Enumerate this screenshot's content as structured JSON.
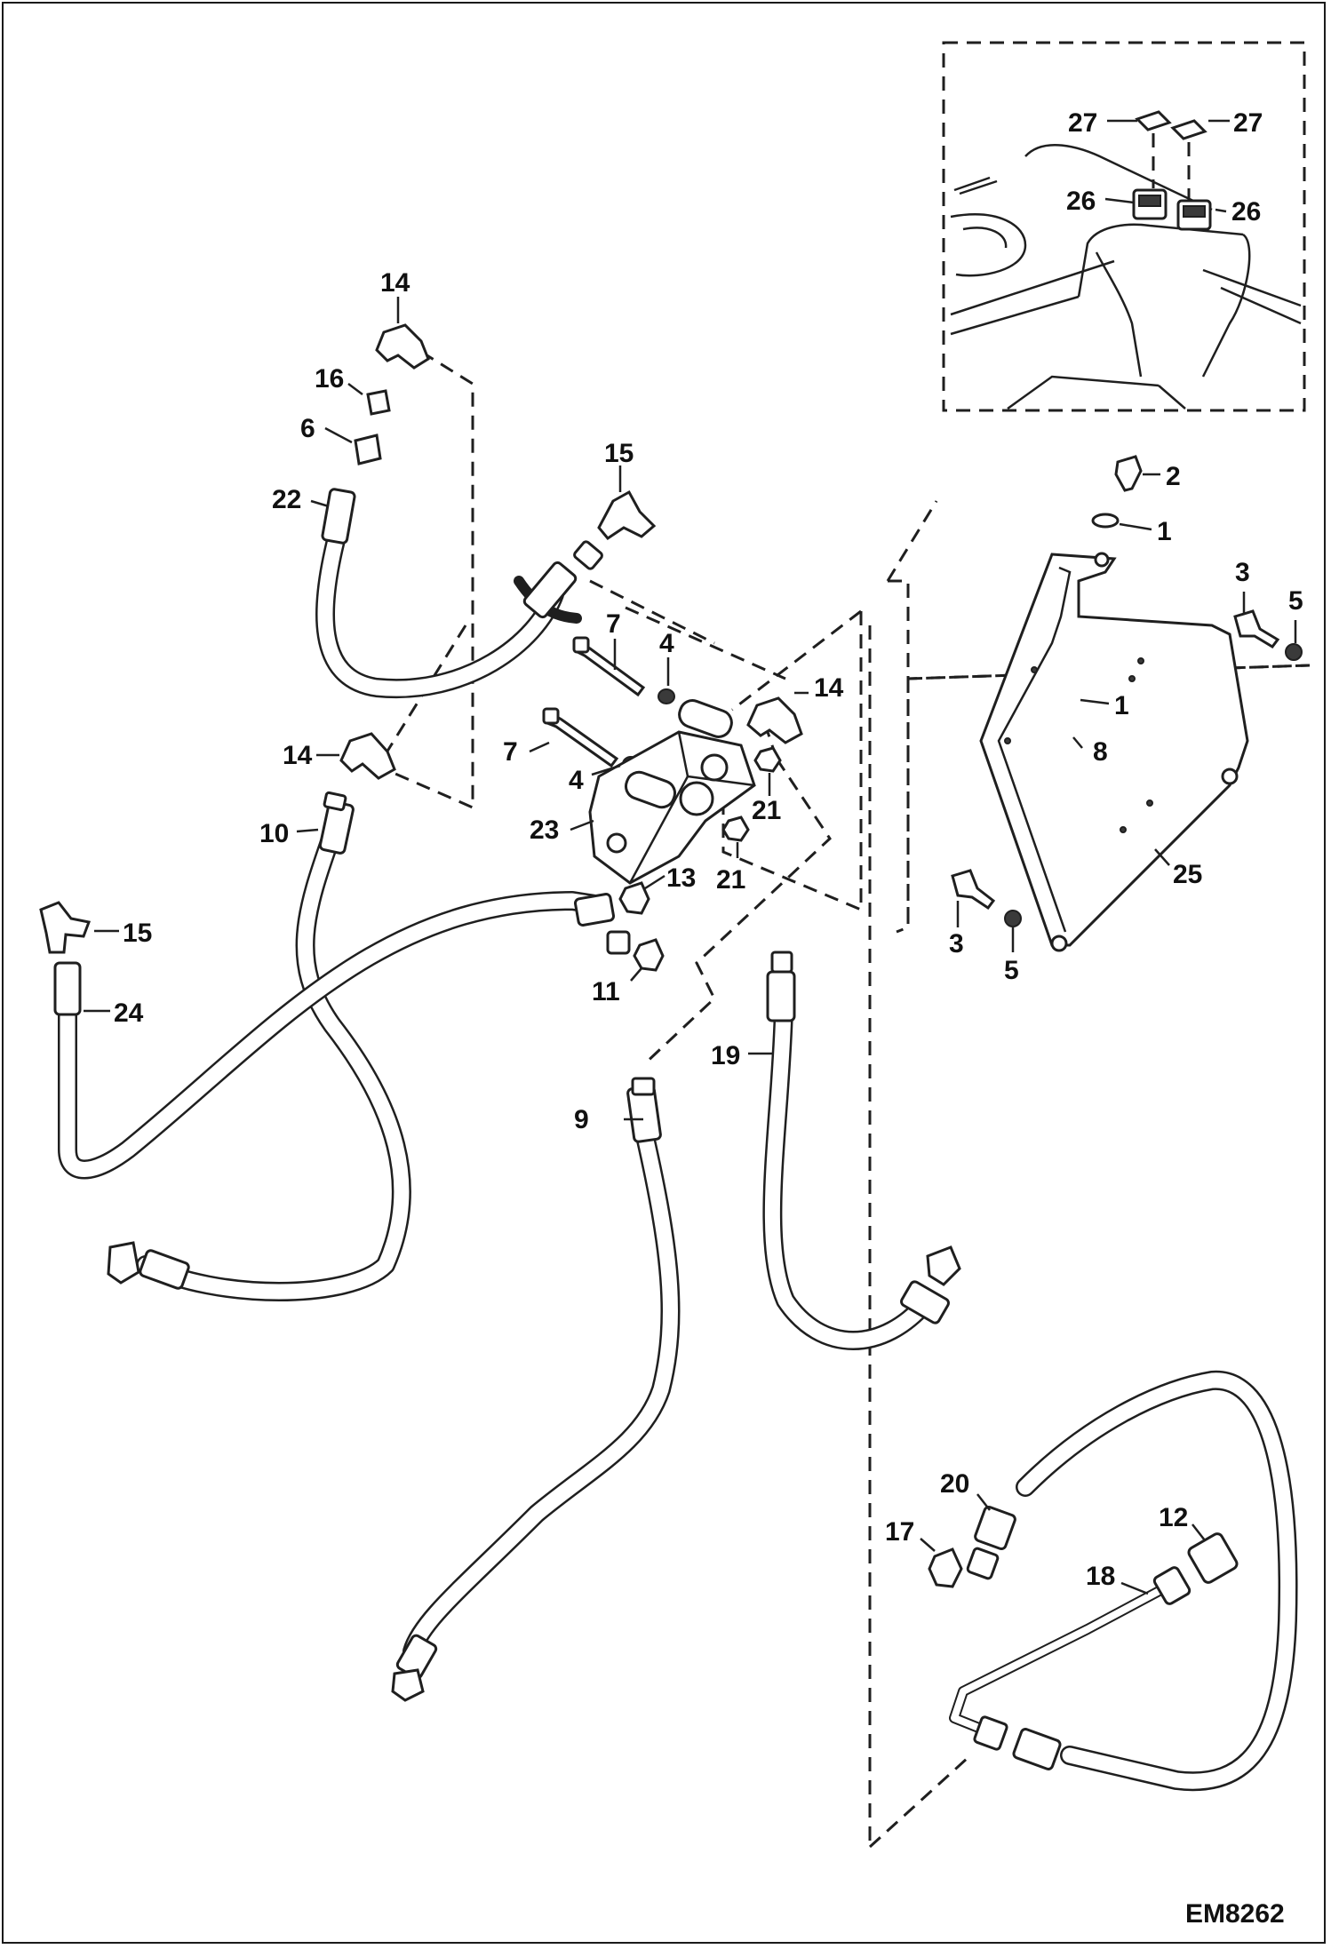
{
  "figure_ref": "EM8262",
  "callouts": {
    "c1a": "1",
    "c1b": "1",
    "c2": "2",
    "c3a": "3",
    "c3b": "3",
    "c4a": "4",
    "c4b": "4",
    "c5a": "5",
    "c5b": "5",
    "c6": "6",
    "c7a": "7",
    "c7b": "7",
    "c8": "8",
    "c9": "9",
    "c10": "10",
    "c11": "11",
    "c12": "12",
    "c13": "13",
    "c14a": "14",
    "c14b": "14",
    "c14c": "14",
    "c15a": "15",
    "c15b": "15",
    "c16": "16",
    "c17": "17",
    "c18": "18",
    "c19": "19",
    "c20": "20",
    "c21a": "21",
    "c21b": "21",
    "c22": "22",
    "c23": "23",
    "c24": "24",
    "c25": "25",
    "c26a": "26",
    "c26b": "26",
    "c27a": "27",
    "c27b": "27"
  }
}
